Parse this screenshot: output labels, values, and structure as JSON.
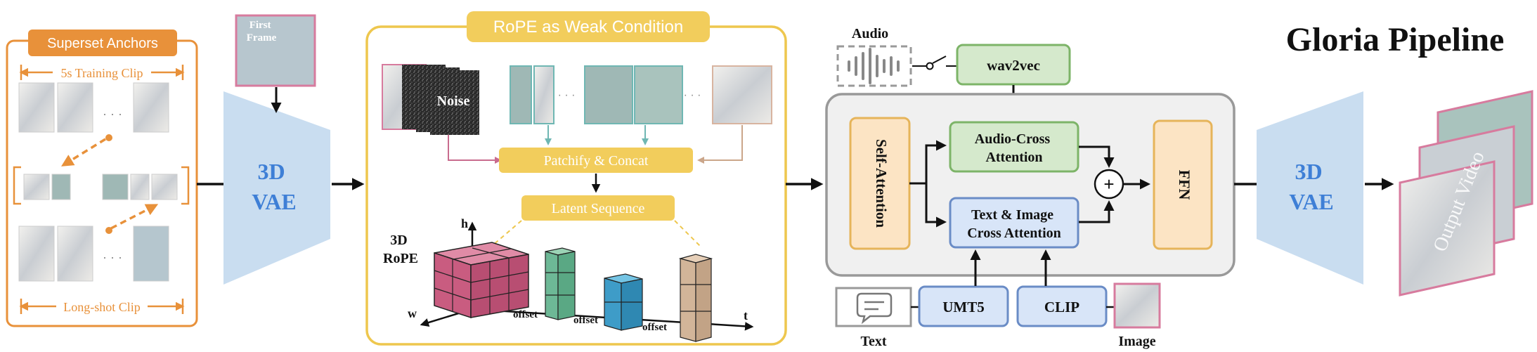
{
  "title": "Gloria Pipeline",
  "anchors": {
    "header": "Superset Anchors",
    "training_clip": "5s Training Clip",
    "long_shot_clip": "Long-shot Clip"
  },
  "first_frame": "First\nFrame",
  "vae_left": "3D\nVAE",
  "rope_panel": {
    "header": "RoPE as Weak Condition",
    "noise": "Noise",
    "patchify": "Patchify & Concat",
    "latent": "Latent Sequence",
    "rope": "3D\nRoPE",
    "axis_h": "h",
    "axis_w": "w",
    "axis_t": "t",
    "offset": "offset",
    "ellipsis": "· · ·"
  },
  "audio": {
    "label": "Audio",
    "encoder": "wav2vec"
  },
  "dit": {
    "self_attention": "Self-Attention",
    "audio_cross": "Audio-Cross\nAttention",
    "text_image_cross": "Text & Image\nCross Attention",
    "plus": "+",
    "ffn": "FFN"
  },
  "encoders": {
    "umt5": "UMT5",
    "clip": "CLIP",
    "text_label": "Text",
    "image_label": "Image"
  },
  "vae_right": "3D\nVAE",
  "output": "Output Video",
  "colors": {
    "orange": "#E8913A",
    "gold": "#EEC74E",
    "gold_fill": "#F2CD5C",
    "vae_blue": "#C9DDF0",
    "vae_text": "#3E7FD6",
    "green_fill": "#D5E9CC",
    "green_stroke": "#7DB468",
    "blue_fill": "#D8E5F8",
    "blue_stroke": "#6A8CC6",
    "peach_fill": "#FCE4C4",
    "peach_stroke": "#E6B45A",
    "panel_gray": "#F0F0F0",
    "cube_pink": "#C95C80",
    "cube_green": "#6DB896",
    "cube_teal": "#3E9CC8",
    "cube_tan": "#D2B599",
    "frame_pink": "#D77B9E"
  }
}
